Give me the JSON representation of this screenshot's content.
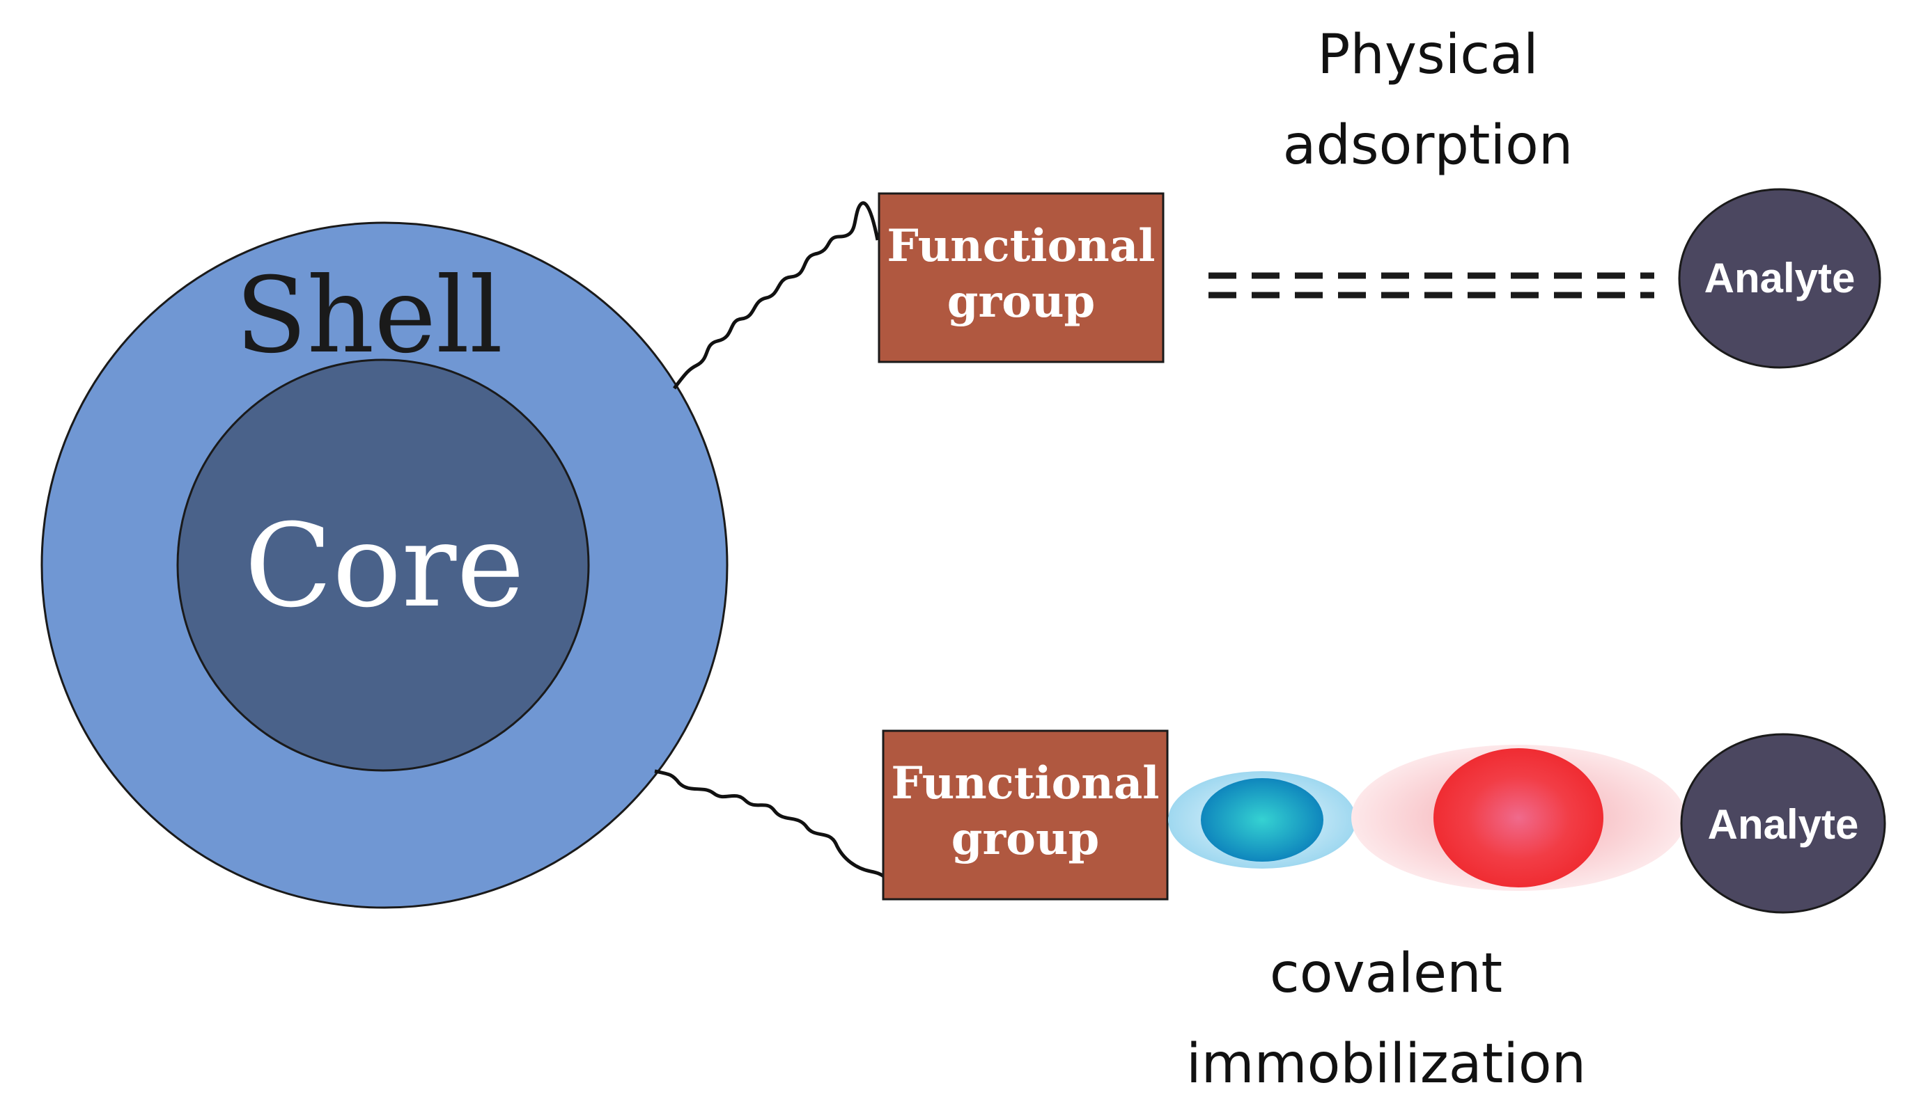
{
  "labels": {
    "shell": "Shell",
    "core": "Core",
    "functional_group_top": [
      "Functional",
      "group"
    ],
    "functional_group_bottom": [
      "Functional",
      "group"
    ],
    "analyte_top": "Analyte",
    "analyte_bottom": "Analyte",
    "physical_adsorption": [
      "Physical",
      "adsorption"
    ],
    "covalent_immobilization": [
      "covalent",
      "immobilization"
    ]
  },
  "colors": {
    "shell": "#7097d3",
    "core": "#4a628a",
    "functional_group": "#b05840",
    "analyte": "#4b4760",
    "blue_ellipse": "#1aa0c4",
    "red_ellipse": "#f03b48"
  }
}
